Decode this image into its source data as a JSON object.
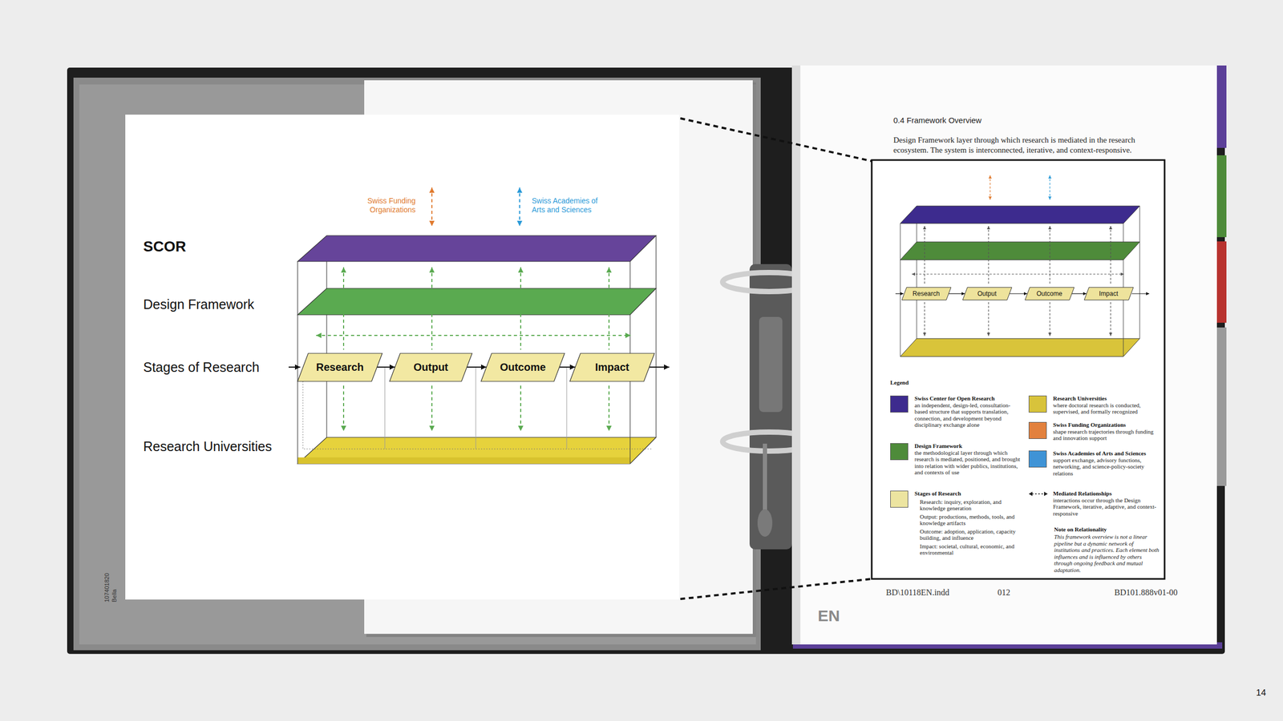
{
  "diagram": {
    "title": "0.4 Framework Overview",
    "nodes": [
      {
        "text": [
          "Research"
        ]
      },
      {
        "text": [
          "Output"
        ]
      },
      {
        "text": [
          "Outcome"
        ]
      },
      {
        "text": [
          "Impact"
        ]
      },
      {
        "text": [
          "Research"
        ]
      },
      {
        "text": [
          "Output"
        ]
      },
      {
        "text": [
          "Outcome"
        ]
      },
      {
        "text": [
          "Impact"
        ]
      }
    ],
    "edges": [
      {
        "from": 0,
        "to": 1,
        "arrow": "to"
      },
      {
        "from": 1,
        "to": 2,
        "arrow": "to"
      },
      {
        "from": 2,
        "to": 3,
        "arrow": "to"
      },
      {
        "from": 4,
        "to": 5,
        "arrow": "to"
      },
      {
        "from": 5,
        "to": 6,
        "arrow": "to"
      },
      {
        "from": 6,
        "to": 7,
        "arrow": "to"
      }
    ],
    "labels": [
      "Swiss Funding Organizations",
      "Swiss Academies of Arts and Sciences",
      "SCOR",
      "Design Framework",
      "Stages of Research",
      "Research Universities",
      "Design Framework layer through which research is mediated in the research ecosystem. The system is interconnected, iterative, and context-responsive.",
      "Legend",
      "an independent, design-led, consultation-based structure that supports translation, connection, and development beyond disciplinary exchange alone",
      "the methodological layer through which research is mediated, positioned, and brought into relation with wider publics, institutions, and contexts of use",
      "Research: inquiry, exploration, and knowledge generation",
      "Output: productions, methods, tools, and knowledge artifacts",
      "Outcome: adoption, application, capacity building, and influence",
      "Impact: societal, cultural, economic, and environmental",
      "where doctoral research is conducted, supervised, and formally recognized",
      "shape research trajectories through funding and innovation support",
      "support exchange, advisory functions, networking, and science-policy-society relations",
      "interactions occur through the Design Framework, iterative, adaptive, and context-responsive",
      "Note on Relationality",
      "This framework overview is not a linear pipeline but a dynamic network of institutions and practices. Each element both influences and is influenced by others through ongoing feedback and mutual adaptation.",
      "BD\\10118EN.indd",
      "012",
      "BD101.888v01-00",
      "EN",
      "14",
      "107401820",
      "Bella"
    ],
    "legend": [
      {
        "text": "Swiss Center for Open Research",
        "color": "#3d2b8e"
      },
      {
        "text": "Design Framework",
        "color": "#4e8b3a"
      },
      {
        "text": "Stages of Research",
        "color": "#ece4a0"
      },
      {
        "text": "Research Universities",
        "color": "#d8c33b"
      },
      {
        "text": "Swiss Funding Organizations",
        "color": "#e2813e"
      },
      {
        "text": "Swiss Academies of Arts and Sciences",
        "color": "#3f93d6"
      },
      {
        "text": "Mediated Relationships"
      }
    ]
  }
}
